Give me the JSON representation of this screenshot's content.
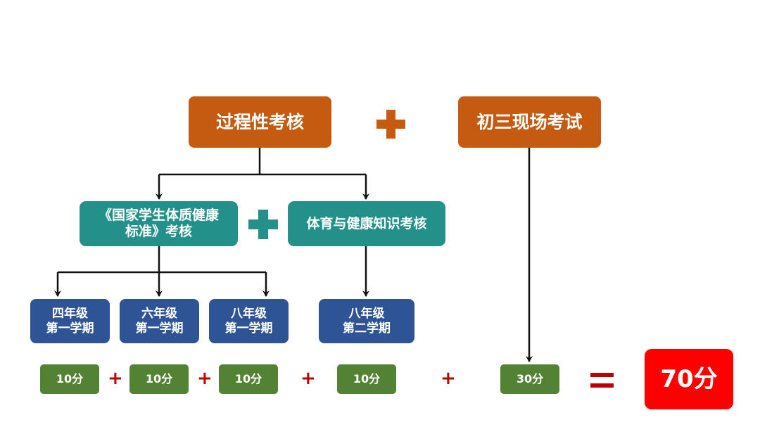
{
  "top": {
    "process": "过程性考核",
    "exam": "初三现场考试"
  },
  "middle": {
    "standard_line1": "《国家学生体质健康",
    "standard_line2": "标准》考核",
    "knowledge": "体育与健康知识考核"
  },
  "terms": [
    {
      "line1": "四年级",
      "line2": "第一学期"
    },
    {
      "line1": "六年级",
      "line2": "第一学期"
    },
    {
      "line1": "八年级",
      "line2": "第一学期"
    },
    {
      "line1": "八年级",
      "line2": "第二学期"
    }
  ],
  "scores": [
    "10分",
    "10分",
    "10分",
    "10分",
    "30分"
  ],
  "total": "70分",
  "operators": {
    "plus": "+",
    "equals": "="
  },
  "colors": {
    "orange": "#c55a11",
    "teal": "#24908a",
    "blue": "#2f5496",
    "green": "#548235",
    "red": "#ff0000",
    "operator_red": "#c00000"
  }
}
